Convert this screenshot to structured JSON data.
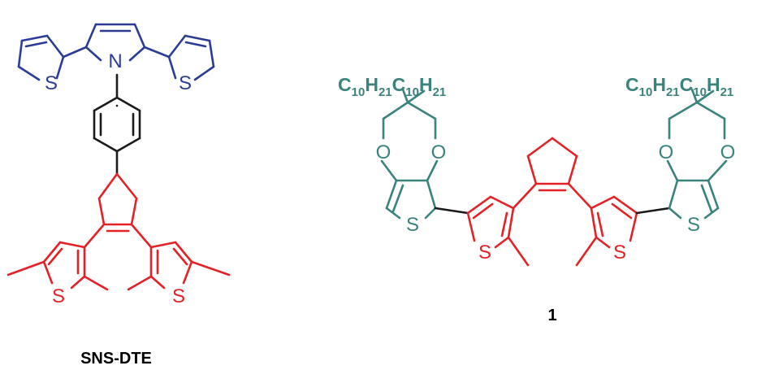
{
  "colors": {
    "blue": "#2b3c97",
    "red": "#e42126",
    "teal": "#3a837d",
    "black": "#1a1a1a"
  },
  "atoms": {
    "sulfur": "S",
    "nitrogen": "N",
    "oxygen": "O"
  },
  "substituent": {
    "element_c": "C",
    "subscript_c": "10",
    "element_h": "H",
    "subscript_h": "21"
  },
  "labels": {
    "left_compound": "SNS-DTE",
    "right_compound": "1"
  }
}
